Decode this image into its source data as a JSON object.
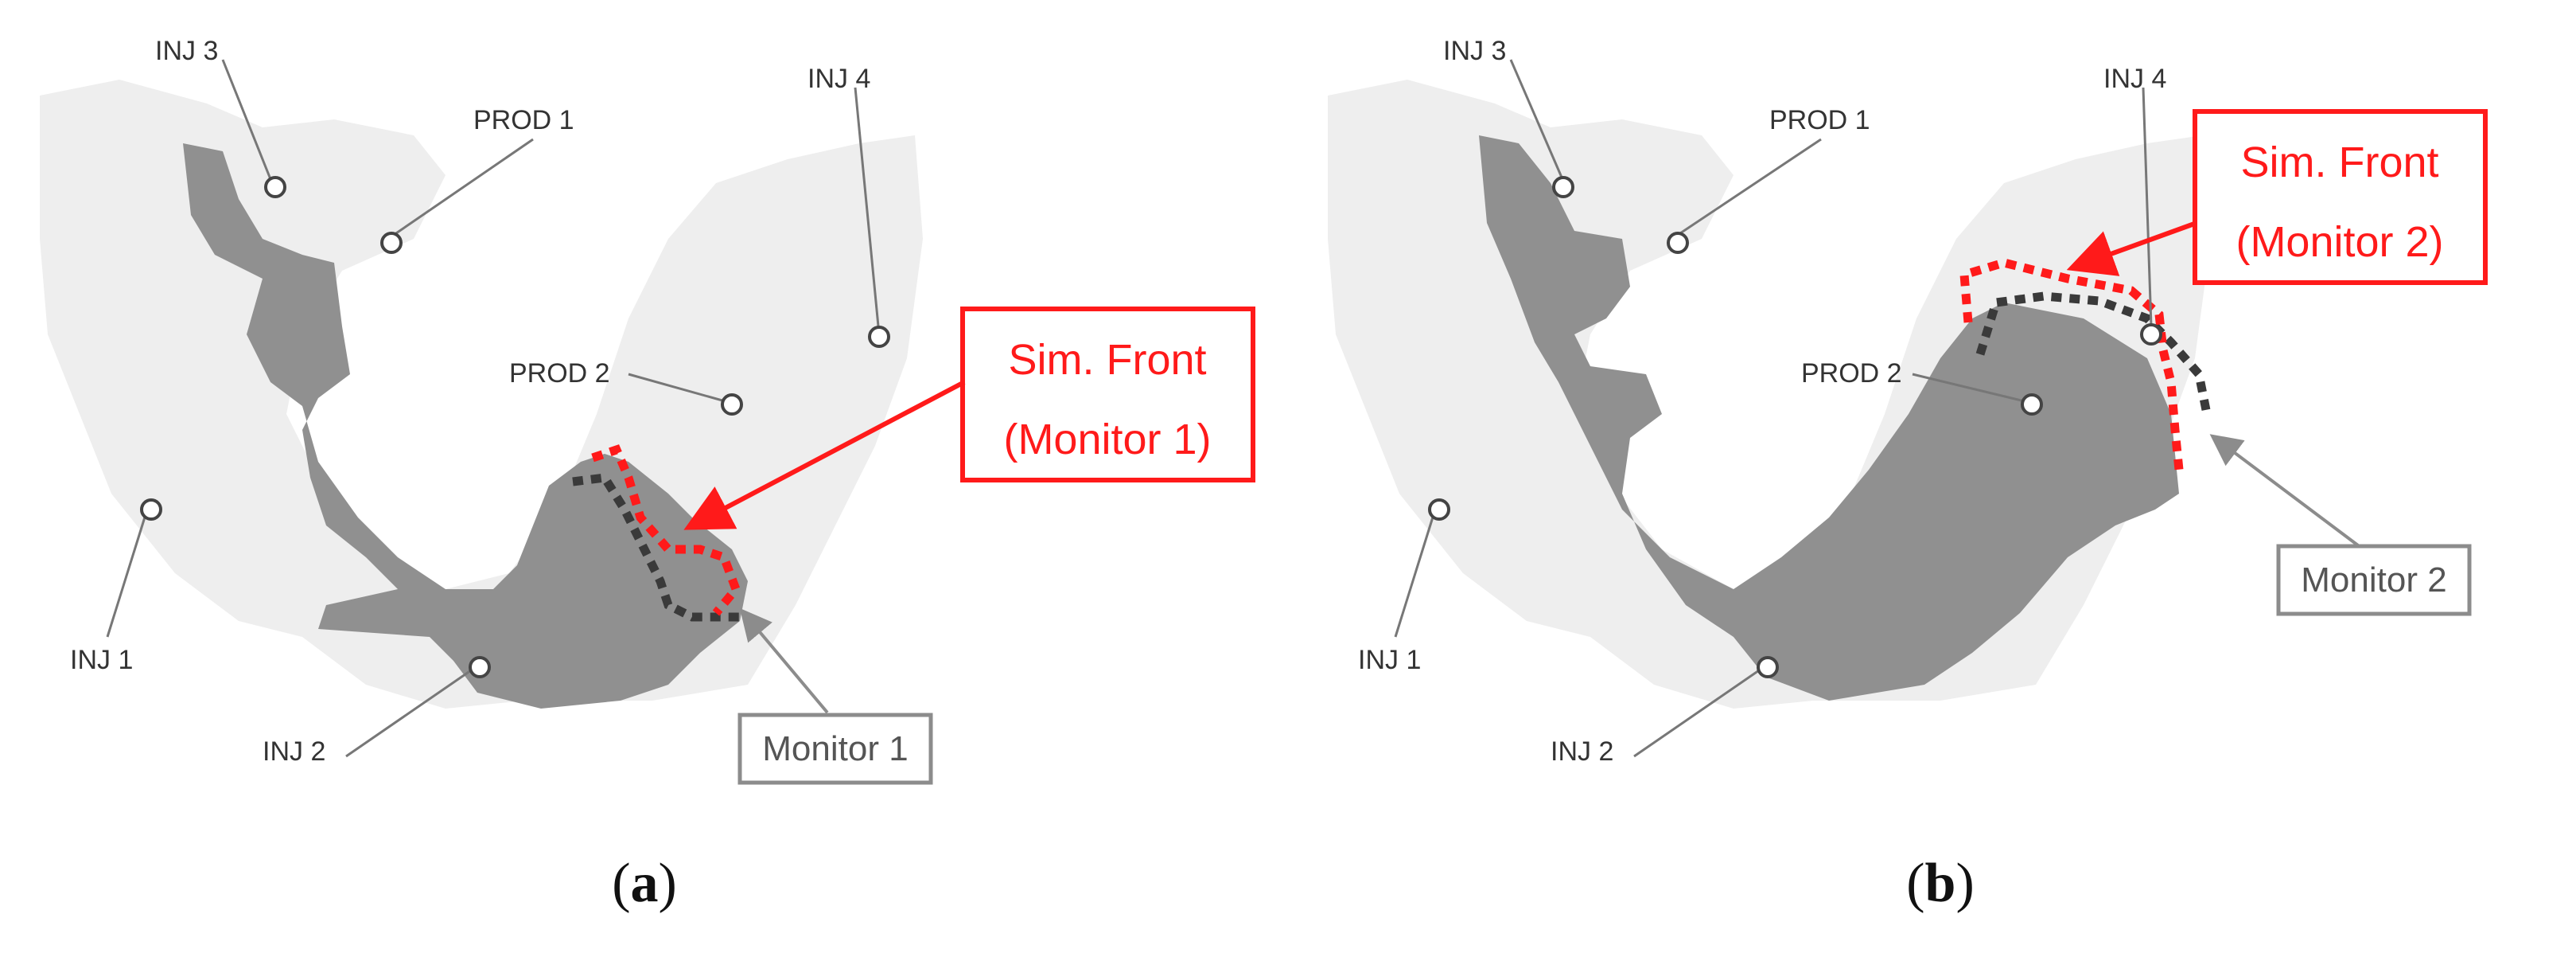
{
  "colors": {
    "reservoir_light": "#eeeeee",
    "swept_zone": "#909090",
    "sim_front": "#ff1a1a",
    "monitor_front": "#3a3a3a",
    "monitor_box": "#8c8c8c"
  },
  "panels": [
    {
      "id": "a",
      "caption_open": "(",
      "caption_letter": "a",
      "caption_close": ")",
      "wells": {
        "inj1": "INJ 1",
        "inj2": "INJ 2",
        "inj3": "INJ 3",
        "inj4": "INJ 4",
        "prod1": "PROD 1",
        "prod2": "PROD 2"
      },
      "sim_front_label": [
        "Sim. Front",
        "(Monitor 1)"
      ],
      "monitor_label": "Monitor 1"
    },
    {
      "id": "b",
      "caption_open": "(",
      "caption_letter": "b",
      "caption_close": ")",
      "wells": {
        "inj1": "INJ 1",
        "inj2": "INJ 2",
        "inj3": "INJ 3",
        "inj4": "INJ 4",
        "prod1": "PROD 1",
        "prod2": "PROD 2"
      },
      "sim_front_label": [
        "Sim. Front",
        "(Monitor 2)"
      ],
      "monitor_label": "Monitor 2"
    }
  ]
}
